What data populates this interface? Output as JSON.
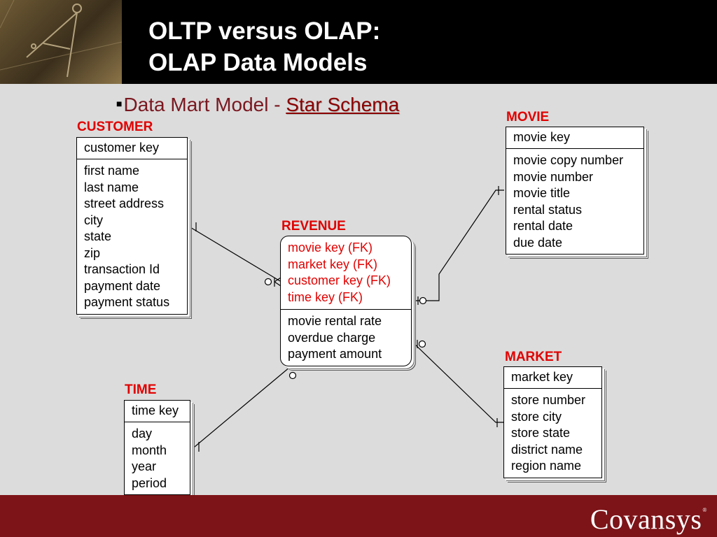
{
  "slide": {
    "title_line1": "OLTP versus OLAP:",
    "title_line2": "OLAP Data Models",
    "bullet_symbol": "■",
    "bullet_text": "Data Mart Model - ",
    "bullet_emphasis": "Star Schema"
  },
  "entities": {
    "customer": {
      "name": "CUSTOMER",
      "key": "customer key",
      "attributes": [
        "first name",
        "last name",
        "street address",
        "city",
        "state",
        "zip",
        "transaction Id",
        "payment date",
        "payment status"
      ]
    },
    "movie": {
      "name": "MOVIE",
      "key": "movie key",
      "attributes": [
        "movie copy number",
        "movie number",
        "movie title",
        "rental status",
        "rental date",
        "due date"
      ]
    },
    "revenue": {
      "name": "REVENUE",
      "keys": [
        "movie key (FK)",
        "market  key (FK)",
        "customer key (FK)",
        "time key (FK)"
      ],
      "attributes": [
        "movie rental rate",
        "overdue charge",
        "payment amount"
      ]
    },
    "time": {
      "name": "TIME",
      "key": "time key",
      "attributes": [
        "day",
        "month",
        "year",
        "period"
      ]
    },
    "market": {
      "name": "MARKET",
      "key": "market  key",
      "attributes": [
        "store number",
        "store city",
        "store state",
        "district name",
        "region name"
      ]
    }
  },
  "footer": {
    "brand": "Covansys",
    "trademark": "®"
  },
  "colors": {
    "header_bg": "#000000",
    "footer_bg": "#7d1418",
    "entity_name": "#e10000",
    "fk_text": "#e10000",
    "bullet_text": "#7a1820",
    "slide_bg": "#dcdcdc"
  }
}
